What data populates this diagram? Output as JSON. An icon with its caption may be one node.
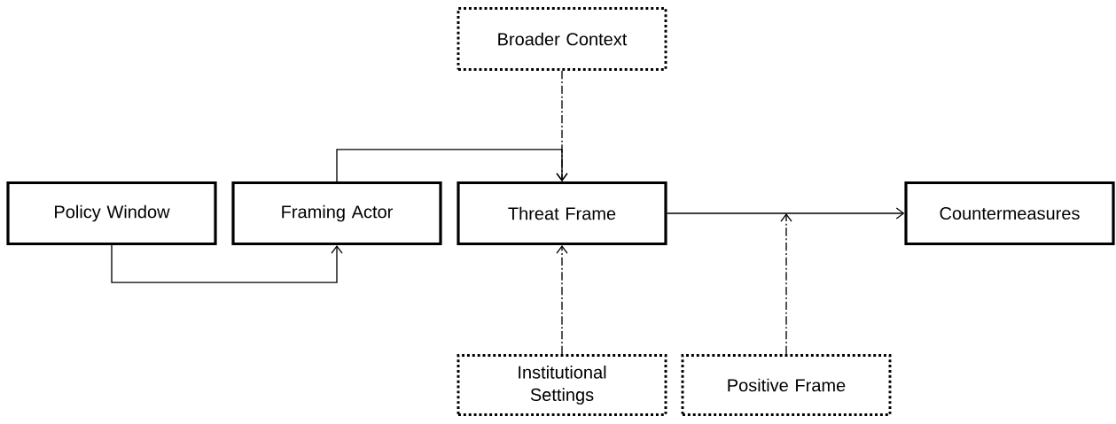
{
  "diagram": {
    "nodes": [
      {
        "text": [
          "Broader Context"
        ]
      },
      {
        "text": [
          "Policy Window"
        ]
      },
      {
        "text": [
          "Framing Actor"
        ]
      },
      {
        "text": [
          "Threat Frame"
        ]
      },
      {
        "text": [
          "Countermeasures"
        ]
      },
      {
        "text": [
          "Institutional Settings"
        ]
      },
      {
        "text": [
          "Positive Frame"
        ]
      }
    ],
    "edges": [
      {
        "from": 1,
        "to": 2,
        "arrow": "to"
      },
      {
        "from": 2,
        "to": 3,
        "arrow": "to"
      },
      {
        "from": 0,
        "to": 3,
        "arrow": "to",
        "style": "dashed"
      },
      {
        "from": 5,
        "to": 3,
        "arrow": "to",
        "style": "dashed"
      },
      {
        "from": 3,
        "to": 4,
        "arrow": "to"
      },
      {
        "from": 6,
        "to": null,
        "arrow": "to",
        "style": "dashed"
      }
    ]
  }
}
